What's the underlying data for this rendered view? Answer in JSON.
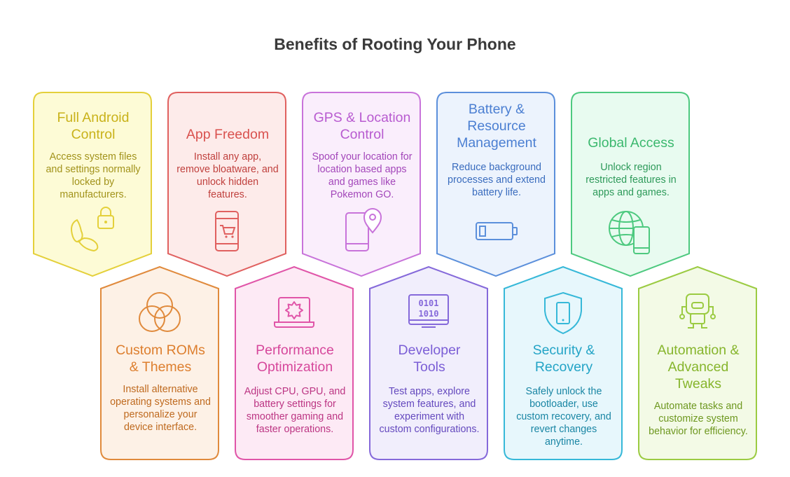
{
  "title": "Benefits of Rooting Your Phone",
  "cards": [
    {
      "title": "Full Android Control",
      "desc": "Access system files and settings normally locked by manufacturers.",
      "icon": "android-lock-icon",
      "stroke": "#E4D03A",
      "fill": "#FDFBD6",
      "titleColor": "#C9B21A",
      "descColor": "#A2931B"
    },
    {
      "title": "App Freedom",
      "desc": "Install any app, remove bloatware, and unlock hidden features.",
      "icon": "phone-cart-icon",
      "stroke": "#E0605F",
      "fill": "#FDEBEA",
      "titleColor": "#D9524F",
      "descColor": "#C0413E"
    },
    {
      "title": "GPS & Location Control",
      "desc": "Spoof your location for location based apps and games like Pokemon GO.",
      "icon": "phone-location-icon",
      "stroke": "#C873DA",
      "fill": "#FAEEFC",
      "titleColor": "#B85BD0",
      "descColor": "#A347BA"
    },
    {
      "title": "Battery & Resource Management",
      "desc": "Reduce background processes and extend battery life.",
      "icon": "battery-icon",
      "stroke": "#5B8FDB",
      "fill": "#ECF3FD",
      "titleColor": "#4B7FD2",
      "descColor": "#3A6CBE"
    },
    {
      "title": "Global Access",
      "desc": "Unlock region restricted features in apps and games.",
      "icon": "globe-phone-icon",
      "stroke": "#4DC97F",
      "fill": "#E8FBF0",
      "titleColor": "#3BB86E",
      "descColor": "#2E9A5A"
    },
    {
      "title": "Custom ROMs & Themes",
      "desc": "Install alternative operating systems and personalize your device interface.",
      "icon": "venn-circles-icon",
      "stroke": "#E08A3C",
      "fill": "#FDF1E6",
      "titleColor": "#DD7E2D",
      "descColor": "#BF6A1F"
    },
    {
      "title": "Performance Optimization",
      "desc": "Adjust CPU, GPU, and battery settings for smoother gaming and faster operations.",
      "icon": "laptop-gear-icon",
      "stroke": "#E055A8",
      "fill": "#FDEAF5",
      "titleColor": "#D6479B",
      "descColor": "#BC3583"
    },
    {
      "title": "Developer Tools",
      "desc": "Test apps, explore system features, and experiment with custom configurations.",
      "icon": "binary-monitor-icon",
      "stroke": "#8569DA",
      "fill": "#F1EEFC",
      "titleColor": "#7B5ED6",
      "descColor": "#6449BE"
    },
    {
      "title": "Security & Recovery",
      "desc": "Safely unlock the bootloader, use custom recovery, and revert changes anytime.",
      "icon": "shield-phone-icon",
      "stroke": "#36B8D8",
      "fill": "#E7F7FC",
      "titleColor": "#23A4C6",
      "descColor": "#1A86A4"
    },
    {
      "title": "Automation & Advanced Tweaks",
      "desc": "Automate tasks and customize system behavior for efficiency.",
      "icon": "robot-icon",
      "stroke": "#9BCB42",
      "fill": "#F3FAE6",
      "titleColor": "#86B52C",
      "descColor": "#6E9820"
    }
  ]
}
